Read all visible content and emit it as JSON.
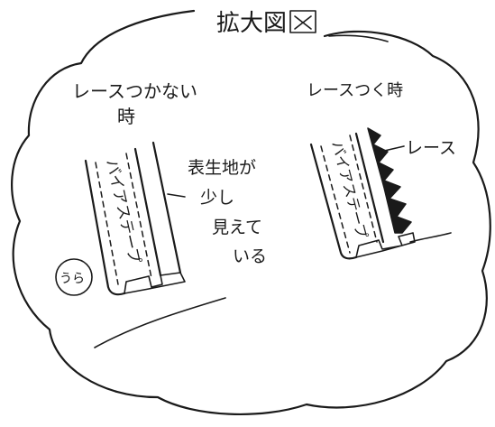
{
  "title": "拡大図",
  "left_panel": {
    "heading_line1": "レースつかない",
    "heading_line2": "時",
    "tape_label": "バイアステープ",
    "note_line1": "表生地が",
    "note_line2": "少し",
    "note_line3": "見えて",
    "note_line4": "いる",
    "circle_label": "うら"
  },
  "right_panel": {
    "heading": "レースつく時",
    "tape_label": "バイアステープ",
    "lace_label": "レース"
  },
  "colors": {
    "ink": "#1a1a1a",
    "paper": "#ffffff"
  }
}
